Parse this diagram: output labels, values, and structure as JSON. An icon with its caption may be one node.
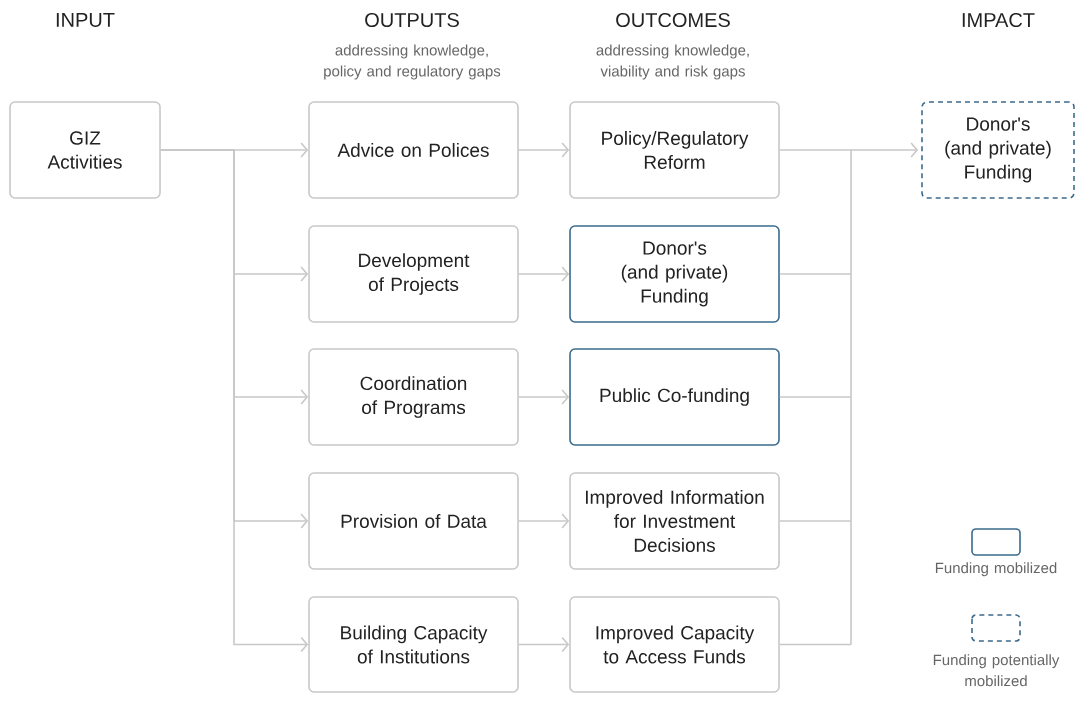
{
  "diagram": {
    "nodes": [
      {
        "text": [
          "GIZ Activities"
        ]
      },
      {
        "text": [
          "Advice on Polices"
        ]
      },
      {
        "text": [
          "Development of Projects"
        ]
      },
      {
        "text": [
          "Coordination of Programs"
        ]
      },
      {
        "text": [
          "Provision of Data"
        ]
      },
      {
        "text": [
          "Building Capacity of Institutions"
        ]
      },
      {
        "text": [
          "Policy/Regulatory Reform"
        ]
      },
      {
        "text": [
          "Donor's (and private) Funding"
        ]
      },
      {
        "text": [
          "Public Co-funding"
        ]
      },
      {
        "text": [
          "Improved Information for Investment Decisions"
        ]
      },
      {
        "text": [
          "Improved Capacity to Access Funds"
        ]
      },
      {
        "text": [
          "Donor's (and private) Funding"
        ]
      }
    ],
    "edges": [
      {
        "from": 0,
        "to": 1,
        "arrow": "to"
      },
      {
        "from": 0,
        "to": 2,
        "arrow": "to"
      },
      {
        "from": 0,
        "to": 3,
        "arrow": "to"
      },
      {
        "from": 0,
        "to": 4,
        "arrow": "to"
      },
      {
        "from": 0,
        "to": 5,
        "arrow": "to"
      },
      {
        "from": 1,
        "to": 6,
        "arrow": "to"
      },
      {
        "from": 2,
        "to": 7,
        "arrow": "to"
      },
      {
        "from": 3,
        "to": 8,
        "arrow": "to"
      },
      {
        "from": 4,
        "to": 9,
        "arrow": "to"
      },
      {
        "from": 5,
        "to": 10,
        "arrow": "to"
      },
      {
        "from": 6,
        "to": 11,
        "arrow": "to"
      },
      {
        "from": 7,
        "to": 11,
        "arrow": "to"
      },
      {
        "from": 8,
        "to": 11,
        "arrow": "to"
      },
      {
        "from": 9,
        "to": 11,
        "arrow": "to"
      },
      {
        "from": 10,
        "to": 11,
        "arrow": "to"
      }
    ],
    "labels": [
      "INPUT",
      "OUTPUTS",
      "addressing knowledge, policy and regulatory gaps",
      "OUTCOMES",
      "addressing knowledge, viability and risk gaps",
      "IMPACT"
    ],
    "legend": [
      {
        "text": "Funding mobilized"
      },
      {
        "text": "Funding potentially mobilized"
      }
    ]
  }
}
